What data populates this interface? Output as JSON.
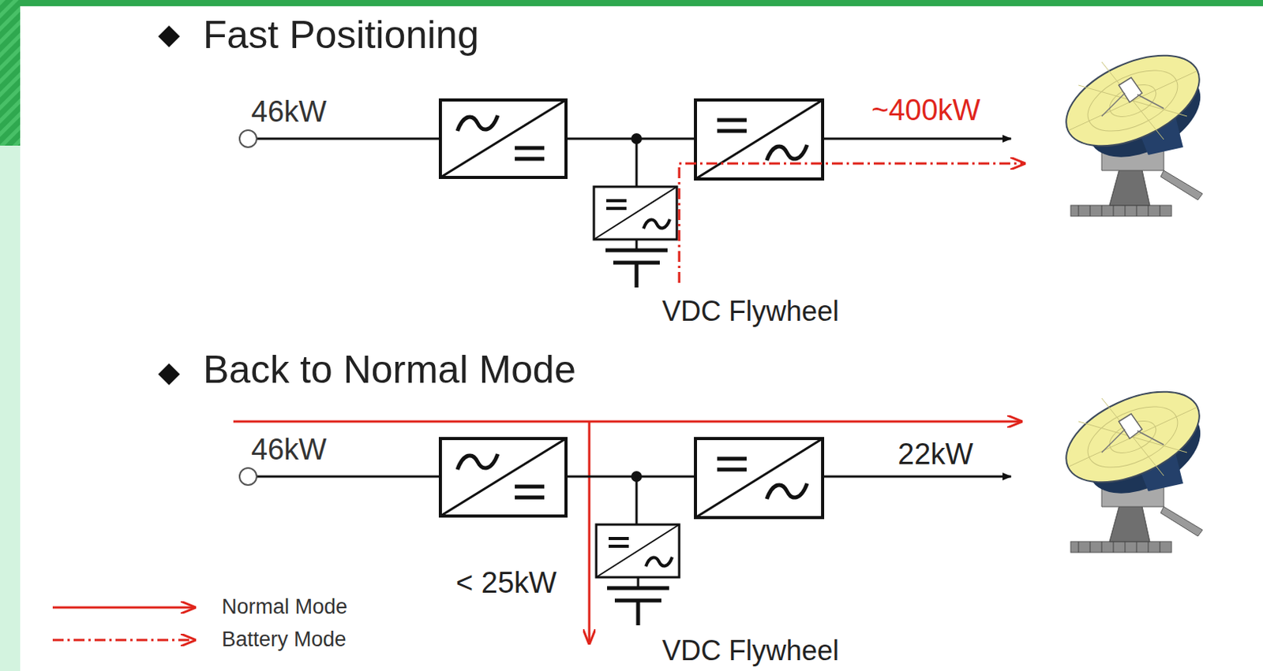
{
  "diagram": {
    "labels": [
      "Fast Positioning",
      "46kW",
      "~400kW",
      "VDC Flywheel",
      "Back to Normal Mode",
      "46kW",
      "22kW",
      "< 25kW",
      "VDC Flywheel"
    ],
    "legend": [
      {
        "text": "Normal Mode"
      },
      {
        "text": "Battery Mode"
      }
    ]
  }
}
